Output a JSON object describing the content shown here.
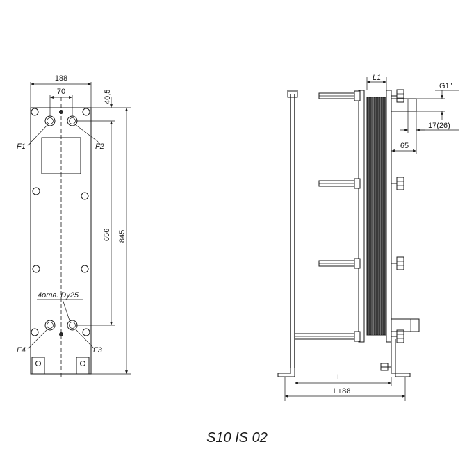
{
  "front_view": {
    "dims": {
      "width": "188",
      "port_spacing": "70",
      "top_offset": "40,5",
      "port_vertical": "656",
      "height": "845"
    },
    "ports": {
      "f1": "F1",
      "f2": "F2",
      "f3": "F3",
      "f4": "F4"
    },
    "port_note": "4отв. Dy25"
  },
  "side_view": {
    "dims": {
      "plate_pack": "L1",
      "thread": "G1\"",
      "nozzle": "17(26)",
      "offset": "65",
      "length": "L",
      "total_length": "L+88"
    }
  },
  "title": "S10 IS 02"
}
